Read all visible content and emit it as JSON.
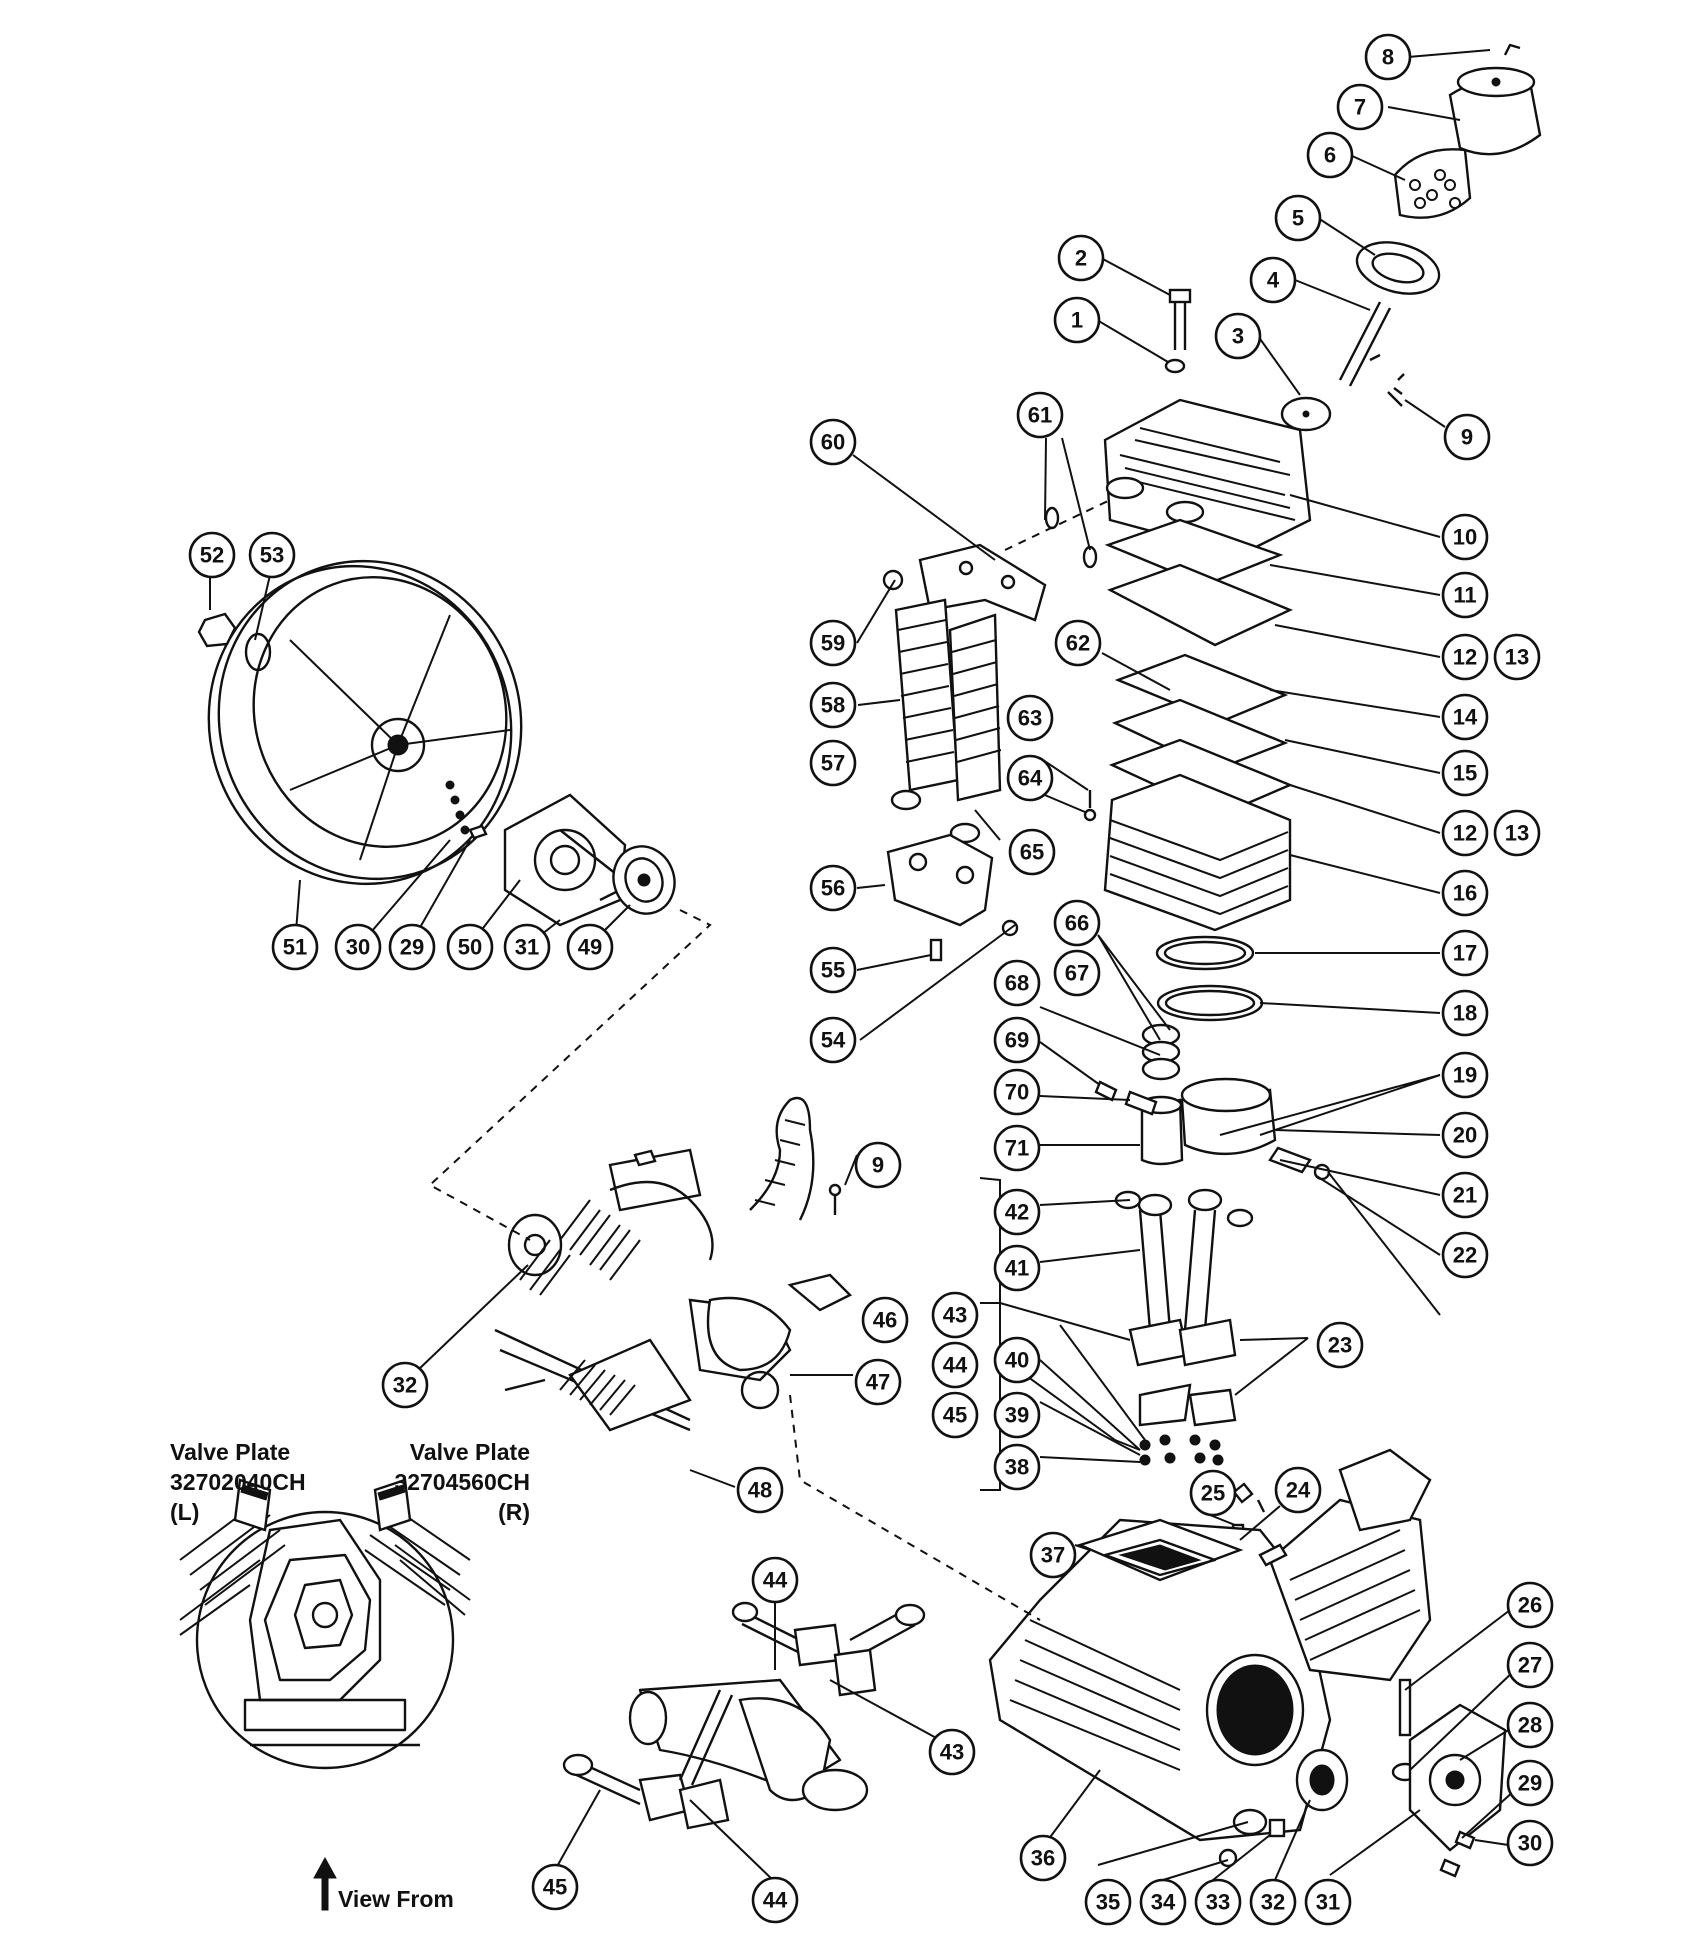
{
  "valve_plate_left": {
    "title": "Valve Plate",
    "part_no": "32702040CH",
    "side": "(L)"
  },
  "valve_plate_right": {
    "title": "Valve Plate",
    "part_no": "32704560CH",
    "side": "(R)"
  },
  "view_from_label": "View From",
  "callouts": [
    {
      "id": "c8",
      "label": "8"
    },
    {
      "id": "c7",
      "label": "7"
    },
    {
      "id": "c6",
      "label": "6"
    },
    {
      "id": "c5",
      "label": "5"
    },
    {
      "id": "c2",
      "label": "2"
    },
    {
      "id": "c4",
      "label": "4"
    },
    {
      "id": "c1",
      "label": "1"
    },
    {
      "id": "c3",
      "label": "3"
    },
    {
      "id": "c9a",
      "label": "9"
    },
    {
      "id": "c61",
      "label": "61"
    },
    {
      "id": "c60",
      "label": "60"
    },
    {
      "id": "c10",
      "label": "10"
    },
    {
      "id": "c11",
      "label": "11"
    },
    {
      "id": "c12a",
      "label": "12"
    },
    {
      "id": "c13a",
      "label": "13"
    },
    {
      "id": "c59",
      "label": "59"
    },
    {
      "id": "c62",
      "label": "62"
    },
    {
      "id": "c14",
      "label": "14"
    },
    {
      "id": "c58",
      "label": "58"
    },
    {
      "id": "c63",
      "label": "63"
    },
    {
      "id": "c15",
      "label": "15"
    },
    {
      "id": "c57",
      "label": "57"
    },
    {
      "id": "c64",
      "label": "64"
    },
    {
      "id": "c12b",
      "label": "12"
    },
    {
      "id": "c13b",
      "label": "13"
    },
    {
      "id": "c65",
      "label": "65"
    },
    {
      "id": "c56",
      "label": "56"
    },
    {
      "id": "c16",
      "label": "16"
    },
    {
      "id": "c66",
      "label": "66"
    },
    {
      "id": "c55",
      "label": "55"
    },
    {
      "id": "c17",
      "label": "17"
    },
    {
      "id": "c68",
      "label": "68"
    },
    {
      "id": "c67",
      "label": "67"
    },
    {
      "id": "c18",
      "label": "18"
    },
    {
      "id": "c54",
      "label": "54"
    },
    {
      "id": "c69",
      "label": "69"
    },
    {
      "id": "c19",
      "label": "19"
    },
    {
      "id": "c70",
      "label": "70"
    },
    {
      "id": "c20",
      "label": "20"
    },
    {
      "id": "c71",
      "label": "71"
    },
    {
      "id": "c21",
      "label": "21"
    },
    {
      "id": "c9b",
      "label": "9"
    },
    {
      "id": "c42",
      "label": "42"
    },
    {
      "id": "c22",
      "label": "22"
    },
    {
      "id": "c41",
      "label": "41"
    },
    {
      "id": "c43a",
      "label": "43"
    },
    {
      "id": "c46",
      "label": "46"
    },
    {
      "id": "c23",
      "label": "23"
    },
    {
      "id": "c44a",
      "label": "44"
    },
    {
      "id": "c40",
      "label": "40"
    },
    {
      "id": "c32a",
      "label": "32"
    },
    {
      "id": "c47",
      "label": "47"
    },
    {
      "id": "c45a",
      "label": "45"
    },
    {
      "id": "c39",
      "label": "39"
    },
    {
      "id": "c38",
      "label": "38"
    },
    {
      "id": "c48",
      "label": "48"
    },
    {
      "id": "c25",
      "label": "25"
    },
    {
      "id": "c24",
      "label": "24"
    },
    {
      "id": "c37",
      "label": "37"
    },
    {
      "id": "c26",
      "label": "26"
    },
    {
      "id": "c44b",
      "label": "44"
    },
    {
      "id": "c27",
      "label": "27"
    },
    {
      "id": "c28",
      "label": "28"
    },
    {
      "id": "c43b",
      "label": "43"
    },
    {
      "id": "c29b",
      "label": "29"
    },
    {
      "id": "c30b",
      "label": "30"
    },
    {
      "id": "c36",
      "label": "36"
    },
    {
      "id": "c45b",
      "label": "45"
    },
    {
      "id": "c44c",
      "label": "44"
    },
    {
      "id": "c35",
      "label": "35"
    },
    {
      "id": "c34",
      "label": "34"
    },
    {
      "id": "c33",
      "label": "33"
    },
    {
      "id": "c32b",
      "label": "32"
    },
    {
      "id": "c31b",
      "label": "31"
    },
    {
      "id": "c52",
      "label": "52"
    },
    {
      "id": "c53",
      "label": "53"
    },
    {
      "id": "c51",
      "label": "51"
    },
    {
      "id": "c30a",
      "label": "30"
    },
    {
      "id": "c29a",
      "label": "29"
    },
    {
      "id": "c50",
      "label": "50"
    },
    {
      "id": "c31a",
      "label": "31"
    },
    {
      "id": "c49",
      "label": "49"
    }
  ]
}
